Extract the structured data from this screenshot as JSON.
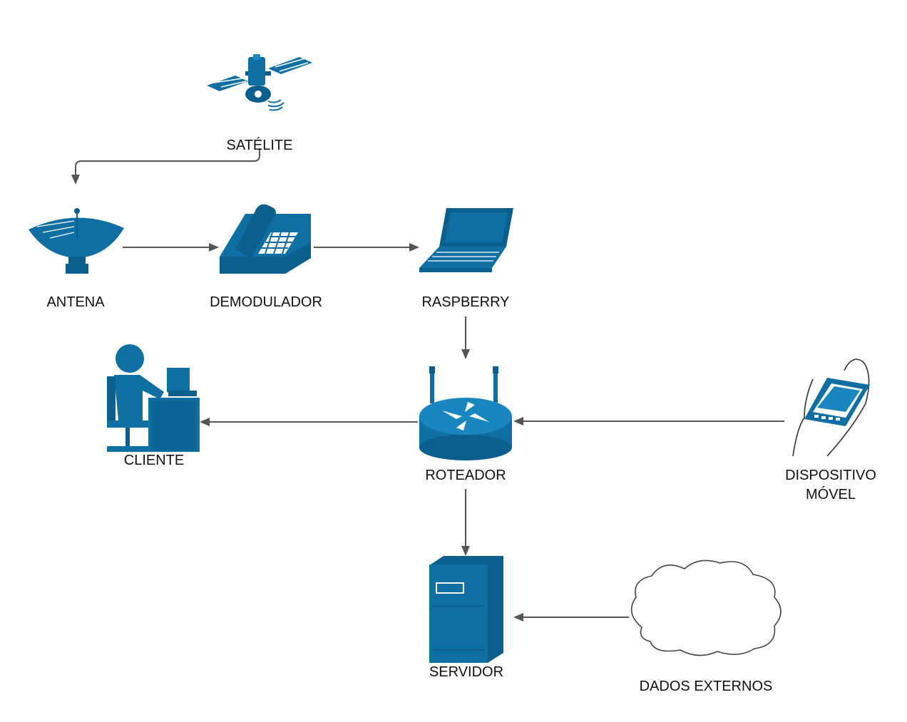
{
  "colors": {
    "icon": "#0f6fa3",
    "icon_dark": "#0b5f8c",
    "edge": "#555555",
    "text": "#111111"
  },
  "nodes": {
    "satelite": {
      "label": "SATÉLITE",
      "icon": "satellite-icon"
    },
    "antena": {
      "label": "ANTENA",
      "icon": "satellite-dish-icon"
    },
    "demodulador": {
      "label": "DEMODULADOR",
      "icon": "telephone-icon"
    },
    "raspberry": {
      "label": "RASPBERRY",
      "icon": "laptop-icon"
    },
    "roteador": {
      "label": "ROTEADOR",
      "icon": "router-icon"
    },
    "cliente": {
      "label": "CLIENTE",
      "icon": "user-workstation-icon"
    },
    "dispositivo_movel": {
      "label_line1": "DISPOSITIVO",
      "label_line2": "MÓVEL",
      "icon": "mobile-device-icon"
    },
    "servidor": {
      "label": "SERVIDOR",
      "icon": "server-icon"
    },
    "dados_externos": {
      "label": "DADOS EXTERNOS",
      "icon": "cloud-icon"
    }
  },
  "edges": [
    {
      "from": "SATÉLITE",
      "to": "ANTENA"
    },
    {
      "from": "ANTENA",
      "to": "DEMODULADOR"
    },
    {
      "from": "DEMODULADOR",
      "to": "RASPBERRY"
    },
    {
      "from": "RASPBERRY",
      "to": "ROTEADOR"
    },
    {
      "from": "ROTEADOR",
      "to": "CLIENTE"
    },
    {
      "from": "DISPOSITIVO MÓVEL",
      "to": "ROTEADOR"
    },
    {
      "from": "ROTEADOR",
      "to": "SERVIDOR"
    },
    {
      "from": "DADOS EXTERNOS",
      "to": "SERVIDOR"
    }
  ]
}
